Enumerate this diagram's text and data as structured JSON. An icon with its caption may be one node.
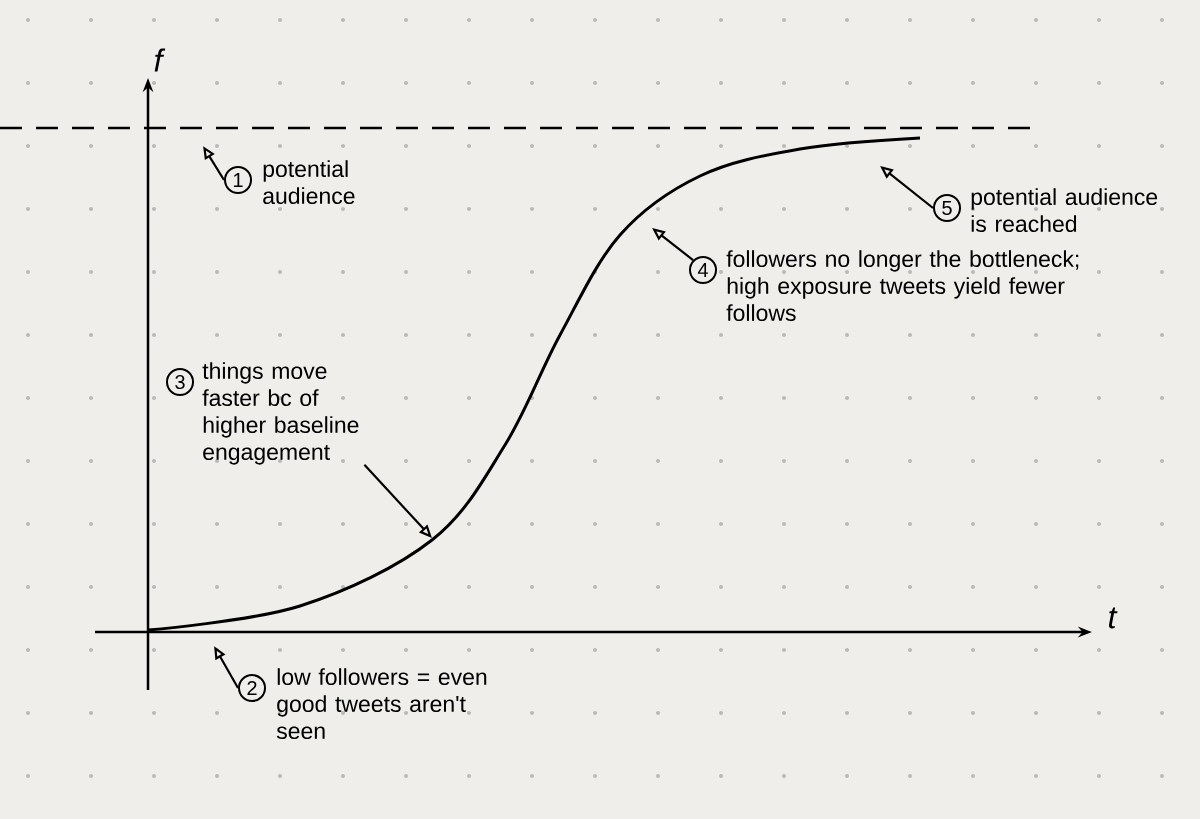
{
  "diagram": {
    "nodes": [
      {
        "text": [
          "1",
          "potential audience"
        ]
      },
      {
        "text": [
          "2",
          "low followers = even good tweets aren't seen"
        ]
      },
      {
        "text": [
          "3",
          "things move faster bc of higher baseline engagement"
        ]
      },
      {
        "text": [
          "4",
          "followers no longer the bottleneck; high exposure tweets yield fewer follows"
        ]
      },
      {
        "text": [
          "5",
          "potential audience is reached"
        ]
      }
    ],
    "edges": [
      {
        "from": 0,
        "to": null,
        "arrow": "to"
      },
      {
        "from": 1,
        "to": null,
        "arrow": "to"
      },
      {
        "from": 2,
        "to": null,
        "arrow": "to"
      },
      {
        "from": 3,
        "to": null,
        "arrow": "to"
      },
      {
        "from": 4,
        "to": null,
        "arrow": "to"
      }
    ],
    "labels": [
      "f",
      "t"
    ]
  }
}
